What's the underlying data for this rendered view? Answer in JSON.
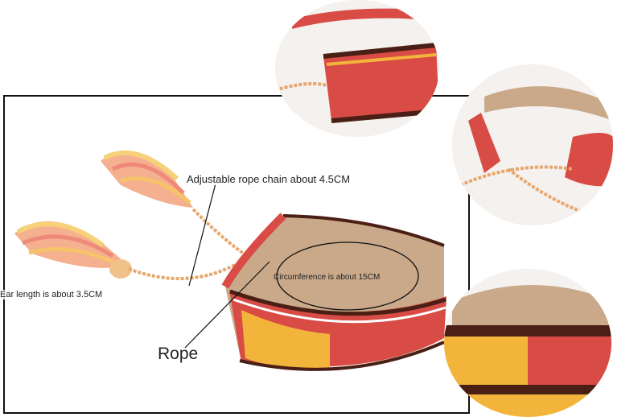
{
  "annotations": {
    "adjustable": "Adjustable rope chain about 4.5CM",
    "ear": "Ear length is about 3.5CM",
    "circumference": "Circumference is about 15CM",
    "rope": "Rope"
  },
  "colors": {
    "red": "#d94b45",
    "yellow": "#f2b43a",
    "tan": "#c9a98a",
    "dark": "#4a1f16",
    "tassel": "#f4a98b"
  }
}
